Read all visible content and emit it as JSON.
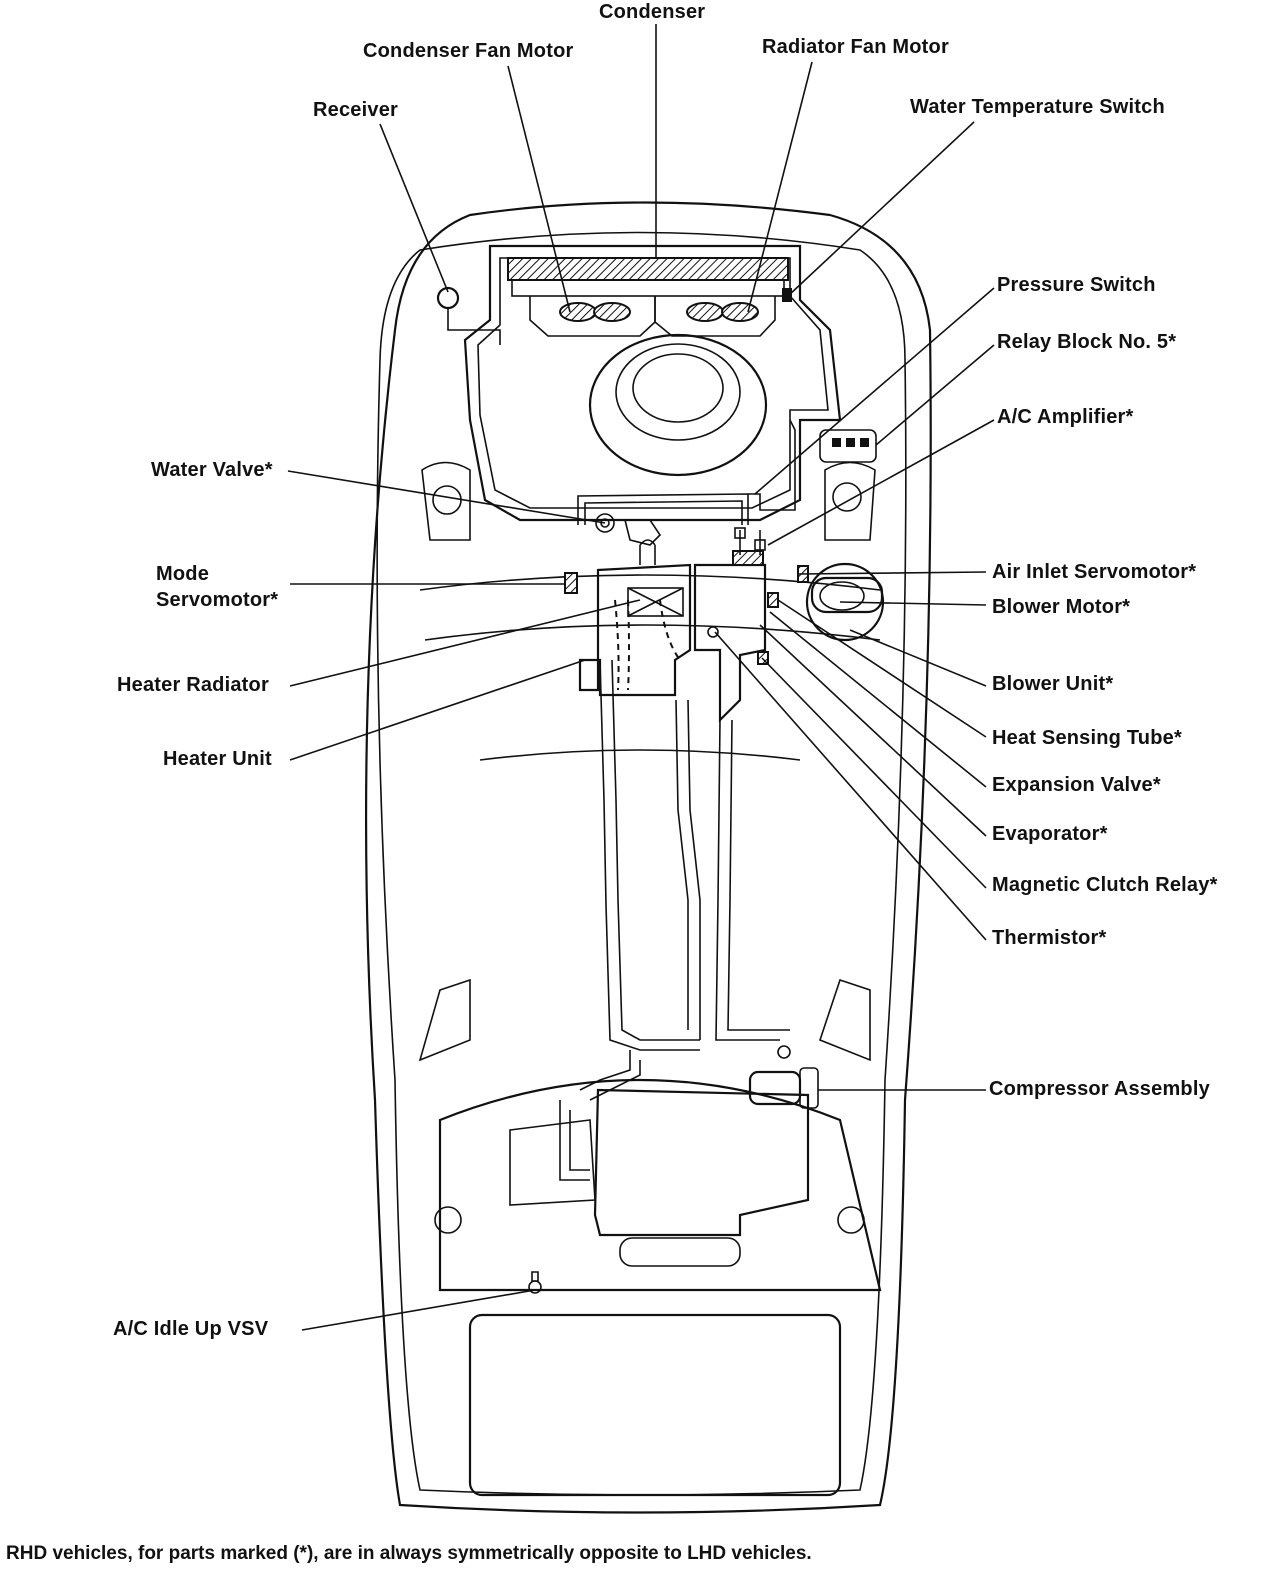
{
  "labels": {
    "condenser": "Condenser",
    "condenser_fan_motor": "Condenser Fan Motor",
    "radiator_fan_motor": "Radiator Fan Motor",
    "receiver": "Receiver",
    "water_temperature_switch": "Water Temperature Switch",
    "pressure_switch": "Pressure Switch",
    "relay_block_no5": "Relay Block No. 5*",
    "ac_amplifier": "A/C Amplifier*",
    "water_valve": "Water Valve*",
    "mode_servomotor_line1": "Mode",
    "mode_servomotor_line2": "Servomotor*",
    "air_inlet_servomotor": "Air Inlet Servomotor*",
    "blower_motor": "Blower Motor*",
    "heater_radiator": "Heater Radiator",
    "blower_unit": "Blower Unit*",
    "heater_unit": "Heater Unit",
    "heat_sensing_tube": "Heat Sensing Tube*",
    "expansion_valve": "Expansion Valve*",
    "evaporator": "Evaporator*",
    "magnetic_clutch_relay": "Magnetic Clutch Relay*",
    "thermistor": "Thermistor*",
    "compressor_assembly": "Compressor Assembly",
    "ac_idle_up_vsv": "A/C Idle Up VSV"
  },
  "footnote": "RHD vehicles, for parts marked (*), are in always symmetrically opposite to LHD vehicles."
}
